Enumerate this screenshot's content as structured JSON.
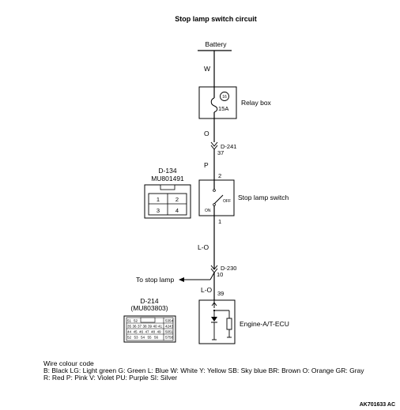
{
  "title": "Stop lamp switch circuit",
  "battery_label": "Battery",
  "wires": {
    "w1": "W",
    "w2": "O",
    "w3": "P",
    "w4": "L-O",
    "w5": "L-O"
  },
  "relay_box": {
    "label": "Relay box",
    "fuse_number": "16",
    "fuse_rating": "15A"
  },
  "connectors": {
    "d241": {
      "name": "D-241",
      "pin": "37"
    },
    "d230": {
      "name": "D-230",
      "pin": "10"
    },
    "ecu_pin": "39"
  },
  "stop_lamp_switch": {
    "label": "Stop lamp switch",
    "pin_top": "2",
    "pin_bottom": "1",
    "off_label": "OFF",
    "on_label": "ON"
  },
  "connector_d134": {
    "name": "D-134",
    "part": "MU801491",
    "pins": [
      "1",
      "2",
      "3",
      "4"
    ]
  },
  "connector_d214": {
    "name": "D-214",
    "part": "(MU803803)",
    "pins_row1": [
      "51",
      "52",
      "53",
      "54"
    ],
    "pins_row2": [
      "35",
      "36",
      "37",
      "38",
      "39",
      "40",
      "41",
      "42",
      "43"
    ],
    "pins_row3": [
      "44",
      "45",
      "46",
      "47",
      "48",
      "49",
      "50",
      "51"
    ],
    "pins_row4": [
      "52",
      "53",
      "54",
      "55",
      "56",
      "57",
      "58"
    ]
  },
  "to_stop_lamp": "To stop lamp",
  "ecu_label": "Engine-A/T-ECU",
  "wire_code": {
    "title": "Wire colour code",
    "line1": "B: Black  LG: Light green  G: Green  L: Blue  W: White  Y: Yellow  SB: Sky blue  BR: Brown  O: Orange  GR: Gray",
    "line2": "R: Red  P: Pink  V: Violet  PU: Purple  SI: Silver"
  },
  "figure_code": "AK701633 AC"
}
